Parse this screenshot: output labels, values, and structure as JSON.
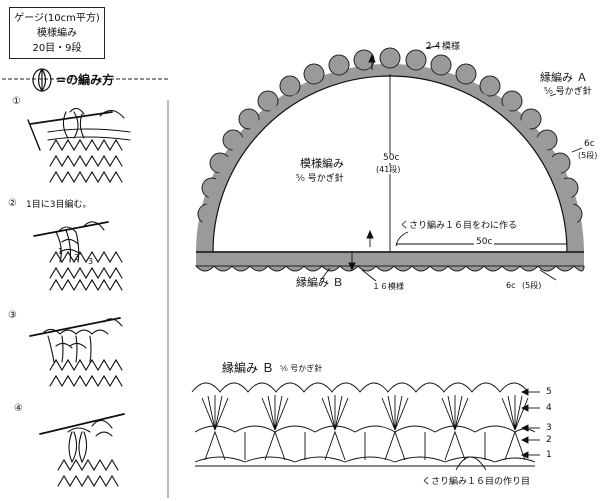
{
  "gauge": {
    "title": "ゲージ(10cm平方)",
    "pattern": "模様編み",
    "stitches": "20目・9段"
  },
  "legend": {
    "heading": "=の編み方",
    "steps": [
      {
        "number": "①",
        "text": ""
      },
      {
        "number": "②",
        "text": "1目に3目編む。"
      },
      {
        "number": "③",
        "text": ""
      },
      {
        "number": "④",
        "text": ""
      }
    ],
    "step2_labels": [
      "1",
      "2",
      "3"
    ]
  },
  "shawl": {
    "top_repeat": "２４模様",
    "edge_a_label": "縁編み Ａ",
    "edge_a_hook": "⁵⁄₀ 号かぎ針",
    "body_label": "模様編み",
    "body_hook": "⁵⁄₀ 号かぎ針",
    "height": "50c",
    "height_rows": "(41段)",
    "right_edge": "6c",
    "right_edge_rows": "(5段)",
    "chain_note": "くさり編み１６目をわに作る",
    "radius": "50c",
    "edge_b_label": "縁編み Ｂ",
    "bottom_repeat": "１６模様",
    "bottom_edge": "6c",
    "bottom_edge_rows": "(5段)"
  },
  "chart_b": {
    "title": "縁編み Ｂ",
    "hook": "⁵⁄₀ 号かぎ針",
    "rows": [
      "5",
      "4",
      "3",
      "2",
      "1"
    ],
    "foundation": "くさり編み１６目の作り目"
  }
}
